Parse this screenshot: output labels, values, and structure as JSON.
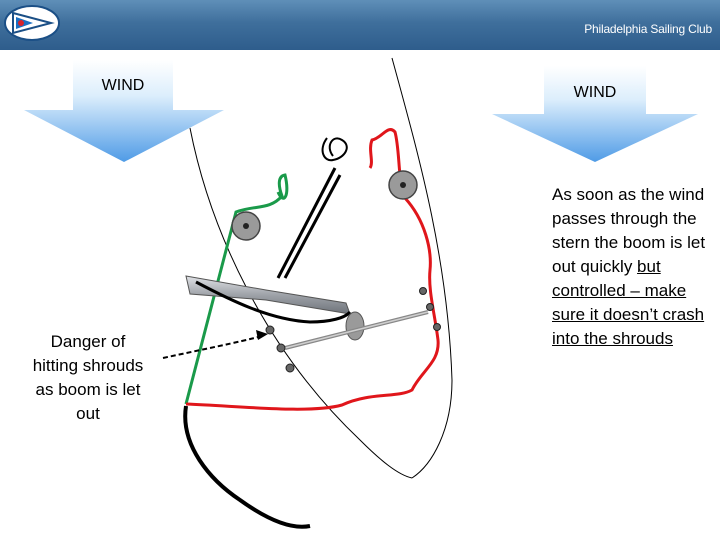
{
  "header": {
    "club_name": "Philadelphia Sailing Club",
    "logo_icon": "sailing-club-burgee-icon"
  },
  "wind_left": {
    "label": "WIND"
  },
  "wind_right": {
    "label": "WIND"
  },
  "callout_left": {
    "text": "Danger of hitting shrouds as boom  is let out"
  },
  "callout_right": {
    "plain": "As soon as the wind passes through the stern the boom is let out quickly ",
    "underlined": "but controlled – make sure it doesn’t crash into the shrouds"
  },
  "colors": {
    "header_blue": "#3f6f9c",
    "arrow_light": "#e8f3fd",
    "arrow_dark": "#4f9be6",
    "port_line": "#1a9a4a",
    "starboard_line": "#e0161b",
    "hull_black": "#000000"
  }
}
